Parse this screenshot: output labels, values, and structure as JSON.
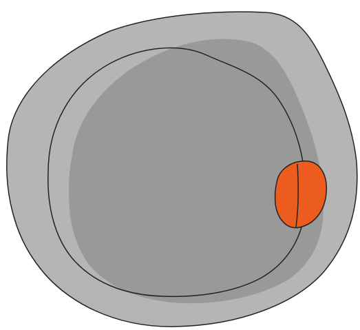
{
  "diagram": {
    "kind": "nested-region-sketch",
    "colors": {
      "background": "#ffffff",
      "outer_region_fill": "#b5b5b5",
      "inner_shaded_fill": "#999999",
      "highlight_fill": "#eb5c1e",
      "outline_stroke": "#222222"
    },
    "regions": [
      {
        "id": "outer-region",
        "shape": "irregular-blob"
      },
      {
        "id": "inner-shaded-region",
        "shape": "irregular-blob"
      },
      {
        "id": "inner-outline",
        "shape": "closed-curve"
      },
      {
        "id": "highlight-region",
        "shape": "small-blob"
      }
    ]
  }
}
